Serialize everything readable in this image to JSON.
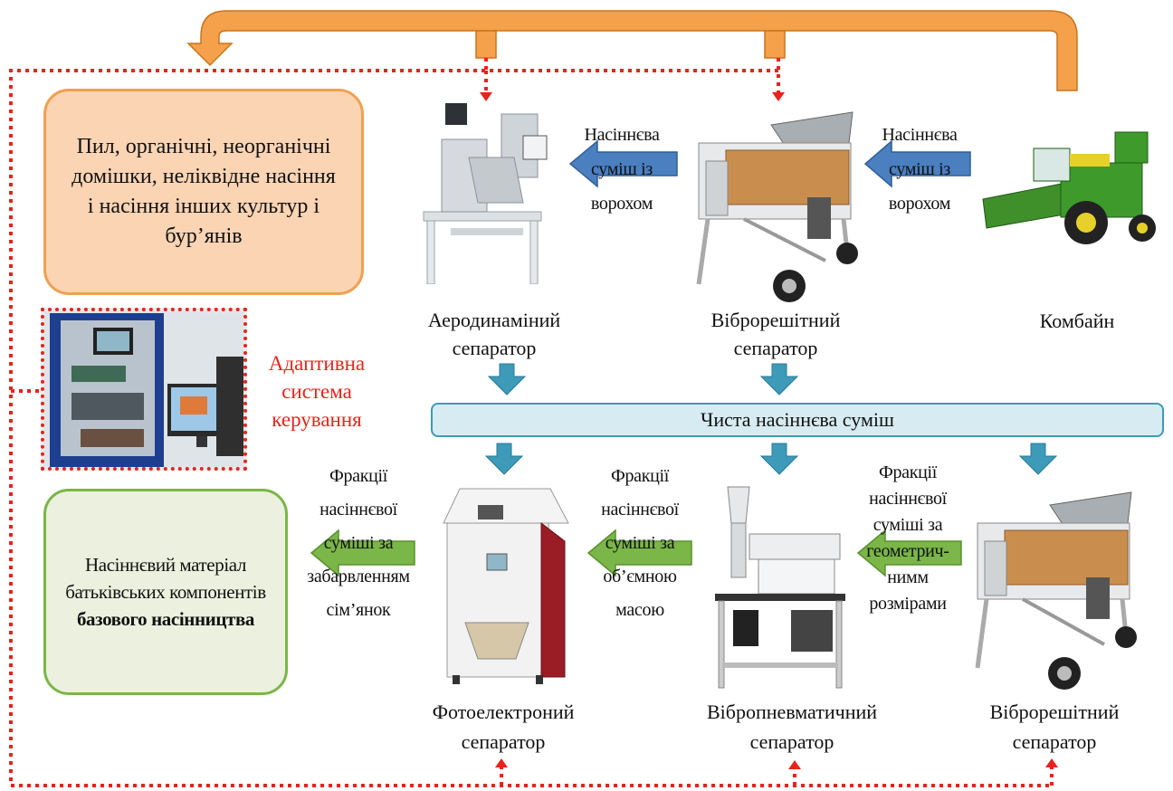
{
  "waste_box": {
    "text": "Пил, органічні, неорганічні домішки, неліквідне насіння і насіння інших культур і бур’янів",
    "color": "#fbd4b4"
  },
  "product_box": {
    "text_normal": "Насіннєвий матеріал батьківських компонентів ",
    "text_bold": "базового насінництва",
    "color": "#ebf1de"
  },
  "adaptive_label": {
    "text": "Адаптивна система керування",
    "color": "#e8231c"
  },
  "clean_mixture_bar": {
    "text": "Чиста насіннєва суміш",
    "color": "#d7ecf2"
  },
  "flow_labels": {
    "combine_to_vibro": "Насіннєва суміш із ворохом",
    "vibro_to_aero": "Насіннєва суміш із ворохом",
    "geometric": "Фракції насіннєвої суміші за геометрич-нимм розмірами",
    "volume_mass": "Фракції насіннєвої суміші за об’ємною масою",
    "color_fraction": "Фракції насіннєвої суміші за забарвленням сім’янок"
  },
  "machines": {
    "aero": "Аеродинаміний сепаратор",
    "vibro_top": "Віброрешітний сепаратор",
    "combine": "Комбайн",
    "photo": "Фотоелектроний сепаратор",
    "vibropneumatic": "Вібропневматичний сепаратор",
    "vibro_bottom": "Віброрешітний сепаратор"
  },
  "colors": {
    "orange_arrow": "#f5a04a",
    "blue_arrow": "#4a7fc0",
    "teal_arrow": "#3d9ab8",
    "green_arrow": "#7ab648",
    "control_dots": "#e8231c"
  }
}
